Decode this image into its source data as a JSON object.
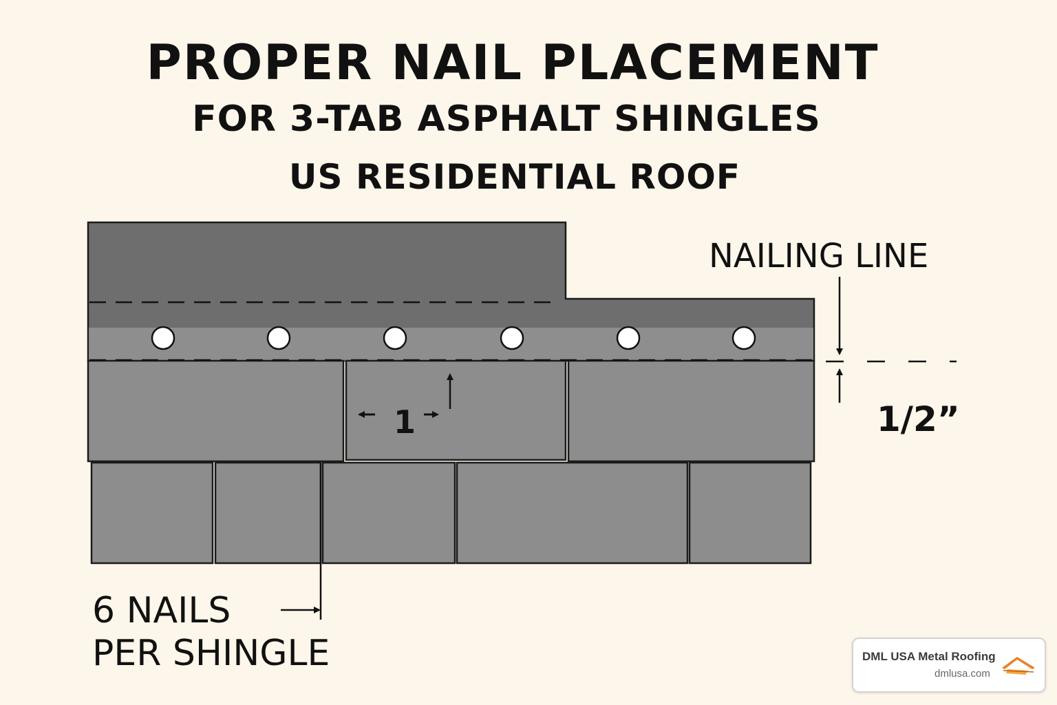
{
  "header": {
    "title": "PROPER NAIL PLACEMENT",
    "subtitle": "FOR 3-TAB ASPHALT SHINGLES",
    "subtitle2": "US RESIDENTIAL ROOF"
  },
  "labels": {
    "nailing_line": "NAILING LINE",
    "gap": "1/2”",
    "tab_width": "1",
    "nails_line1": "6 NAILS",
    "nails_line2": "PER SHINGLE"
  },
  "brand": {
    "name": "DML USA Metal Roofing",
    "url": "dmlusa.com"
  },
  "nail_count": 6,
  "colors": {
    "background": "#fdf6ea",
    "shingle_dark": "#6e6e6e",
    "shingle_mid": "#8b8b8b",
    "shingle_light": "#9a9a9a",
    "outline": "#1b1b1b",
    "nail": "#ffffff"
  }
}
